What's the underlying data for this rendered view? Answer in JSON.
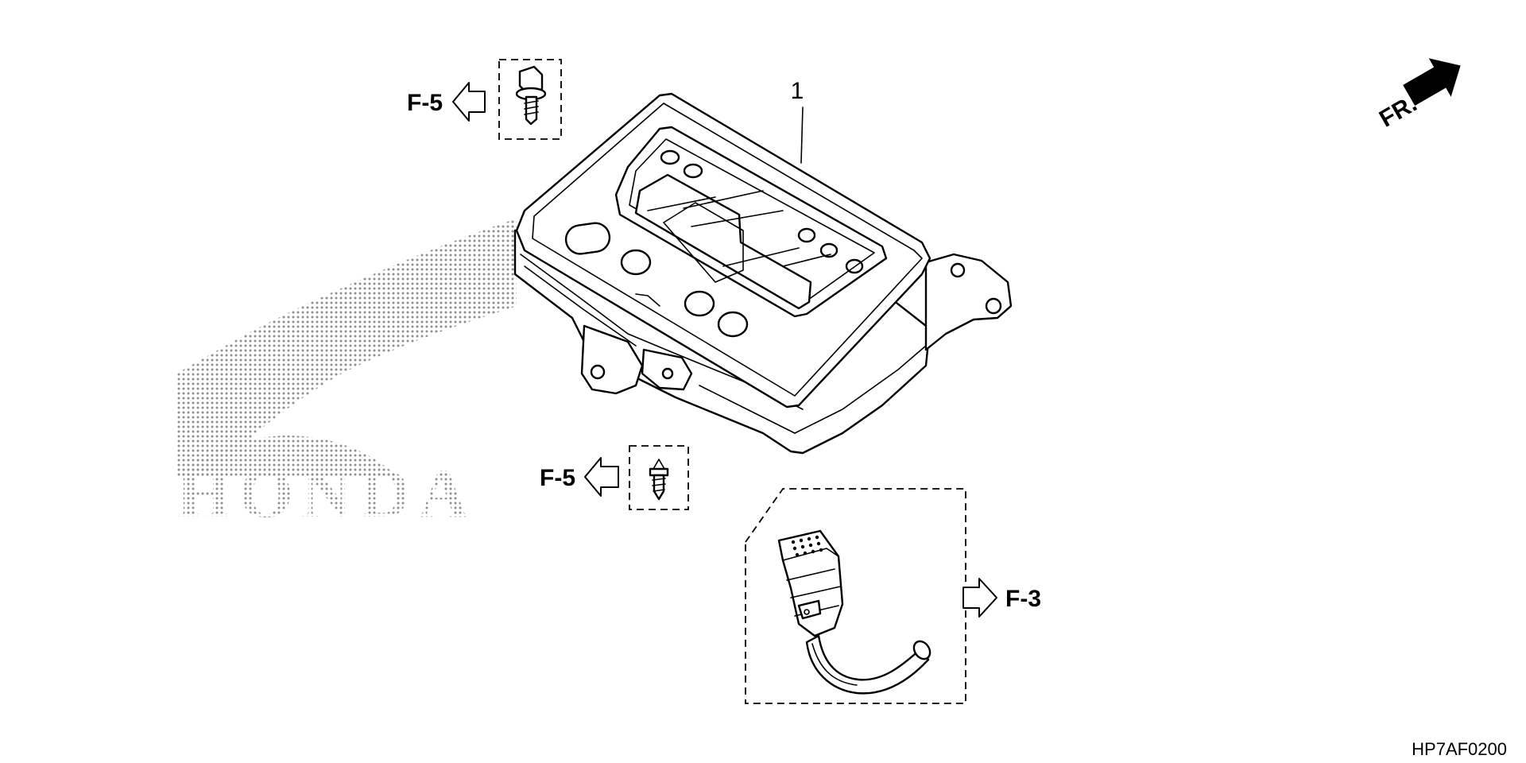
{
  "diagram": {
    "part_number_label": "1",
    "front_label": "FR.",
    "drawing_code": "HP7AF0200",
    "watermark_text": "HONDA",
    "references": {
      "bolt_top": "F-5",
      "screw_bottom": "F-5",
      "connector_right": "F-3"
    },
    "colors": {
      "ink": "#000000",
      "paper": "#ffffff",
      "watermark": "#9a9a9a"
    },
    "icons": {
      "meter": "instrument-cluster-icon",
      "bolt": "flange-bolt-icon",
      "screw": "tapping-screw-icon",
      "connector": "wire-connector-icon",
      "front_arrow": "front-direction-arrow-icon",
      "ref_arrow": "reference-arrow-icon"
    }
  }
}
